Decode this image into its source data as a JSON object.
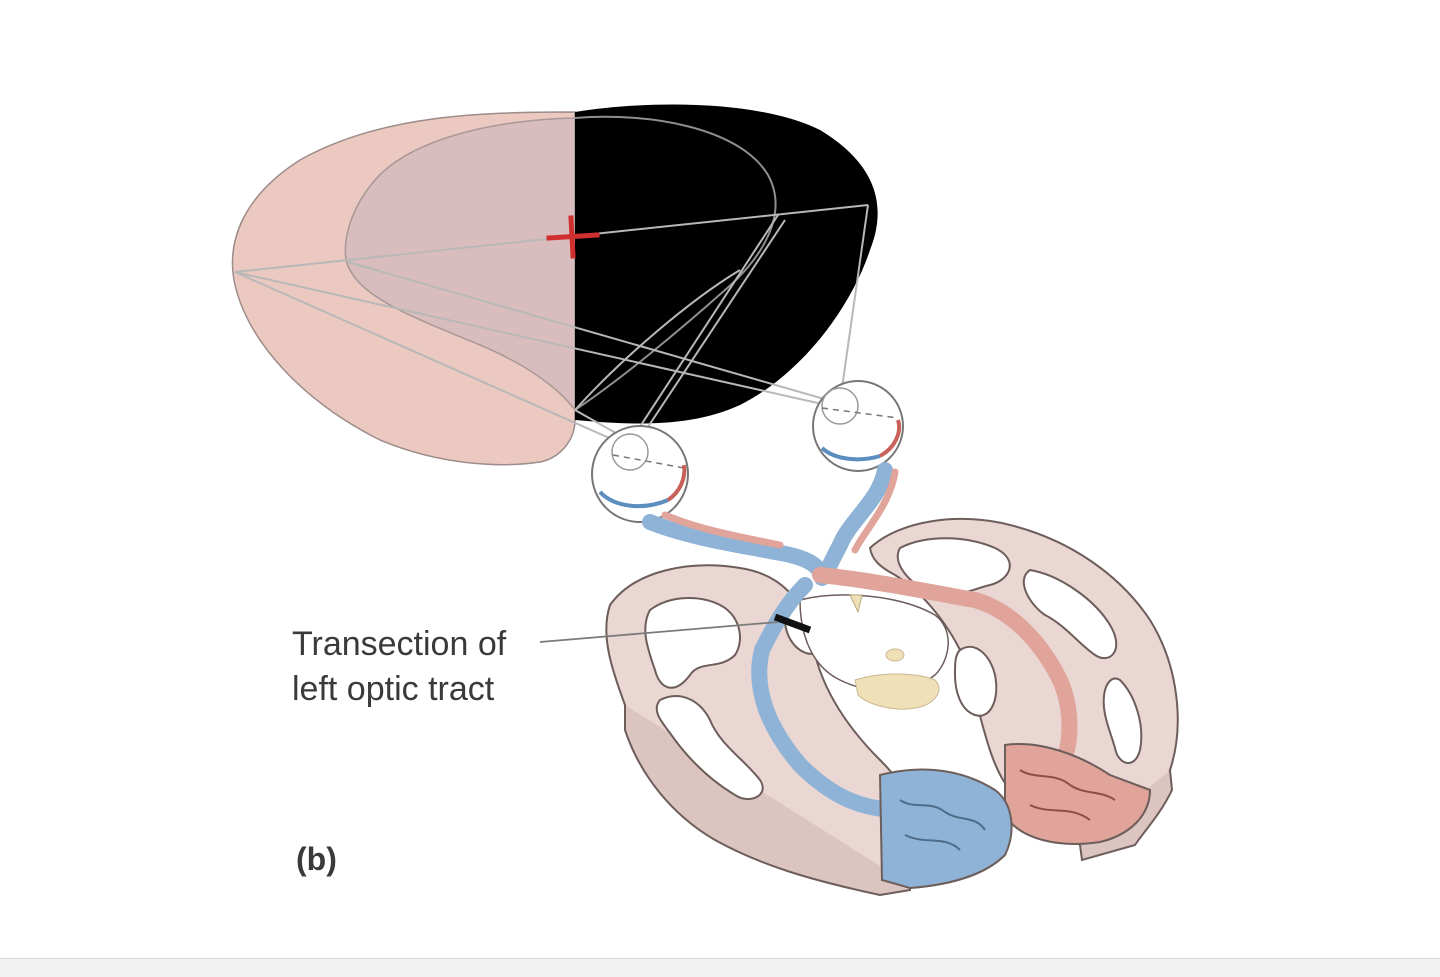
{
  "figure": {
    "panel_label": "(b)",
    "annotation_line1": "Transection of",
    "annotation_line2": "left optic tract"
  },
  "colors": {
    "visual_field_seen": "#ecc9c0",
    "visual_field_inner": "#d9bcbd",
    "visual_field_blind": "#000000",
    "left_pathway_blue": "#8eb3d6",
    "right_pathway_red": "#e0a49b",
    "brain_tissue": "#ead6d2",
    "brain_outline": "#6d5d5b",
    "fixation_cross": "#d02f2f",
    "lateral_geniculate": "#efe0b8"
  }
}
